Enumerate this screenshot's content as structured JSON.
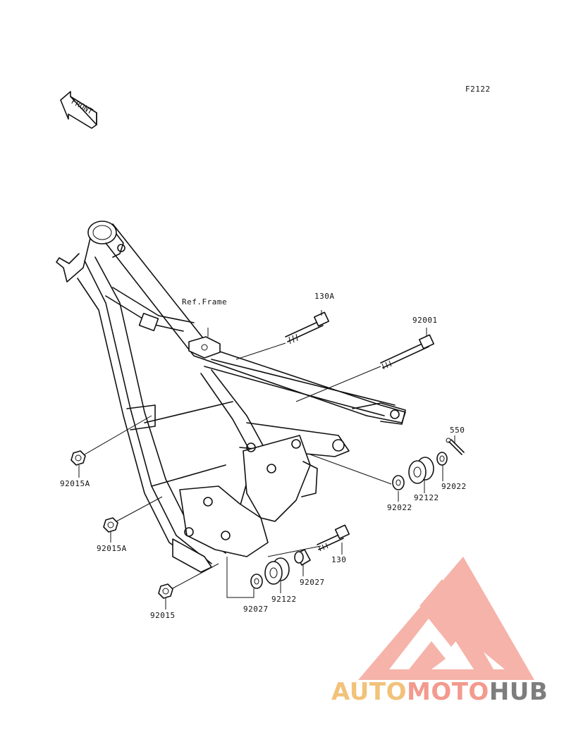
{
  "diagram": {
    "code": "F2122",
    "front_arrow_text": "FRONT",
    "ref_label": "Ref.Frame"
  },
  "parts": [
    {
      "label": "130A"
    },
    {
      "label": "92001"
    },
    {
      "label": "550"
    },
    {
      "label": "92015A"
    },
    {
      "label": "92022"
    },
    {
      "label": "92122"
    },
    {
      "label": "92022"
    },
    {
      "label": "92015A"
    },
    {
      "label": "130"
    },
    {
      "label": "92027"
    },
    {
      "label": "92122"
    },
    {
      "label": "92027"
    },
    {
      "label": "92015"
    }
  ],
  "watermark": {
    "part1": "AUTO",
    "part2": "MOTO",
    "part3": "HUB",
    "colors": {
      "part1": "#f2c27a",
      "part2": "#f39a8e",
      "part3": "#7d7d7d",
      "logo": "#f28b82"
    }
  }
}
